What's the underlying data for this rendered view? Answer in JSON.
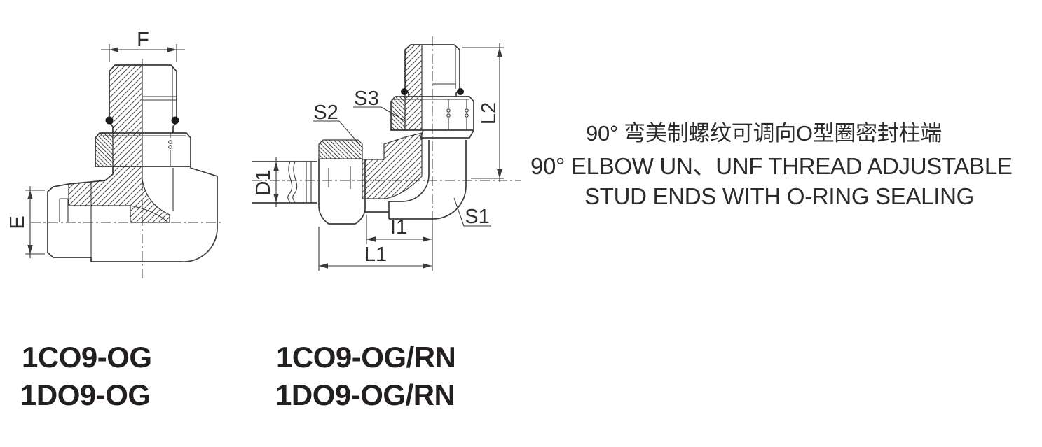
{
  "page": {
    "background": "#ffffff"
  },
  "colors": {
    "line": "#3a3a3a",
    "text": "#2b2b2b",
    "part_number_text": "#231f20"
  },
  "description": {
    "line_cn": "90° 弯美制螺纹可调向O型圈密封柱端",
    "line_en_1": "90°  ELBOW UN、UNF THREAD ADJUSTABLE",
    "line_en_2": "STUD ENDS WITH O-RING SEALING"
  },
  "part_numbers": {
    "column_1": [
      "1CO9-OG",
      "1DO9-OG"
    ],
    "column_2": [
      "1CO9-OG/RN",
      "1DO9-OG/RN"
    ]
  },
  "drawings": {
    "left_view": {
      "dims": {
        "f": "F",
        "e": "E"
      }
    },
    "middle_view": {
      "dims": {
        "s2": "S2",
        "s3": "S3",
        "s1": "S1",
        "d1": "D1",
        "l2": "L2",
        "i1": "I1",
        "l1": "L1"
      }
    }
  }
}
